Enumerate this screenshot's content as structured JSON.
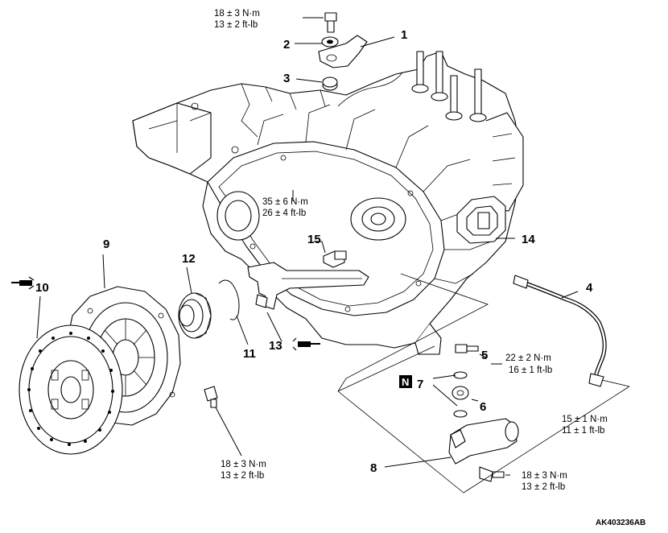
{
  "diagram_code": "AK403236AB",
  "callouts": [
    {
      "id": "c1",
      "label": "1"
    },
    {
      "id": "c2",
      "label": "2"
    },
    {
      "id": "c3",
      "label": "3"
    },
    {
      "id": "c4",
      "label": "4"
    },
    {
      "id": "c5",
      "label": "5"
    },
    {
      "id": "c6",
      "label": "6"
    },
    {
      "id": "c7",
      "label": "7"
    },
    {
      "id": "c8",
      "label": "8"
    },
    {
      "id": "c9",
      "label": "9"
    },
    {
      "id": "c10",
      "label": "10"
    },
    {
      "id": "c11",
      "label": "11"
    },
    {
      "id": "c12",
      "label": "12"
    },
    {
      "id": "c13",
      "label": "13"
    },
    {
      "id": "c14",
      "label": "14"
    },
    {
      "id": "c15",
      "label": "15"
    }
  ],
  "torque_specs": {
    "bolt_top": {
      "metric": "18 ± 3 N·m",
      "imperial": "13 ± 2 ft-lb"
    },
    "bolt_15": {
      "metric": "35 ± 6 N·m",
      "imperial": "26 ± 4 ft-lb"
    },
    "bolt_5": {
      "metric": "22 ± 2 N·m",
      "imperial": "16 ± 1 ft-lb"
    },
    "pipe_4": {
      "metric": "15 ± 1 N·m",
      "imperial": "11 ± 1 ft-lb"
    },
    "bolt_clutch_cover": {
      "metric": "18 ± 3 N·m",
      "imperial": "13 ± 2 ft-lb"
    },
    "bolt_8": {
      "metric": "18 ± 3 N·m",
      "imperial": "13 ± 2 ft-lb"
    }
  },
  "symbols": {
    "new_part_mark": "N",
    "grease_icon": "grease-gun-icon"
  }
}
